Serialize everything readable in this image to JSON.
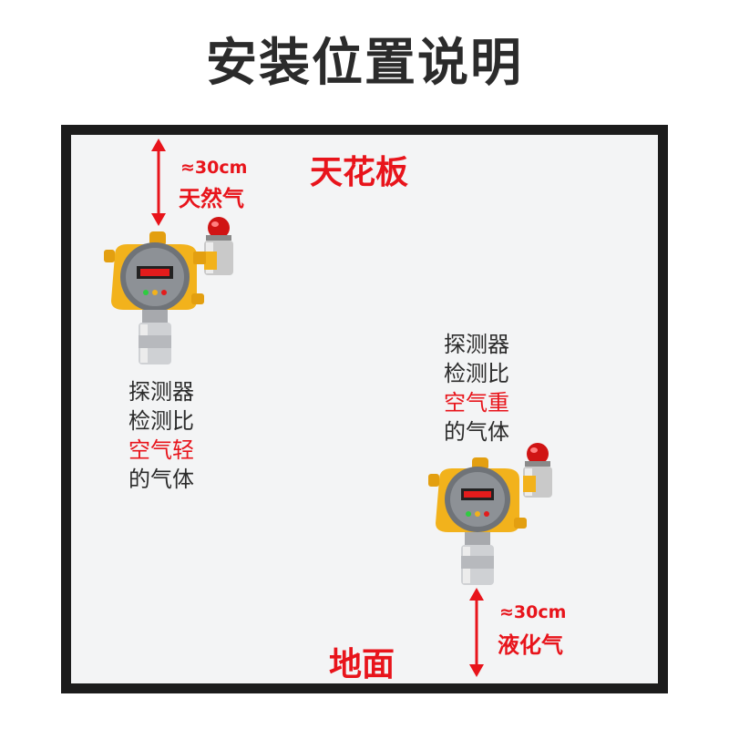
{
  "title": "安装位置说明",
  "ceiling_label": "天花板",
  "floor_label": "地面",
  "natural_gas": {
    "distance": "≈30cm",
    "gas_name": "天然气",
    "description": [
      "探测器",
      "检测比",
      "空气轻",
      "的气体"
    ]
  },
  "lpg": {
    "distance": "≈30cm",
    "gas_name": "液化气",
    "description": [
      "探测器",
      "检测比",
      "空气重",
      "的气体"
    ]
  },
  "colors": {
    "accent_red": "#e8141b",
    "frame": "#1c1c1c",
    "text": "#2b2b2b",
    "device_yellow": "#f2b21c",
    "display_red": "#e31c1c"
  },
  "icons": {
    "detector": "gas-detector-icon",
    "alarm": "alarm-beacon-icon",
    "arrow": "double-arrow-icon"
  }
}
